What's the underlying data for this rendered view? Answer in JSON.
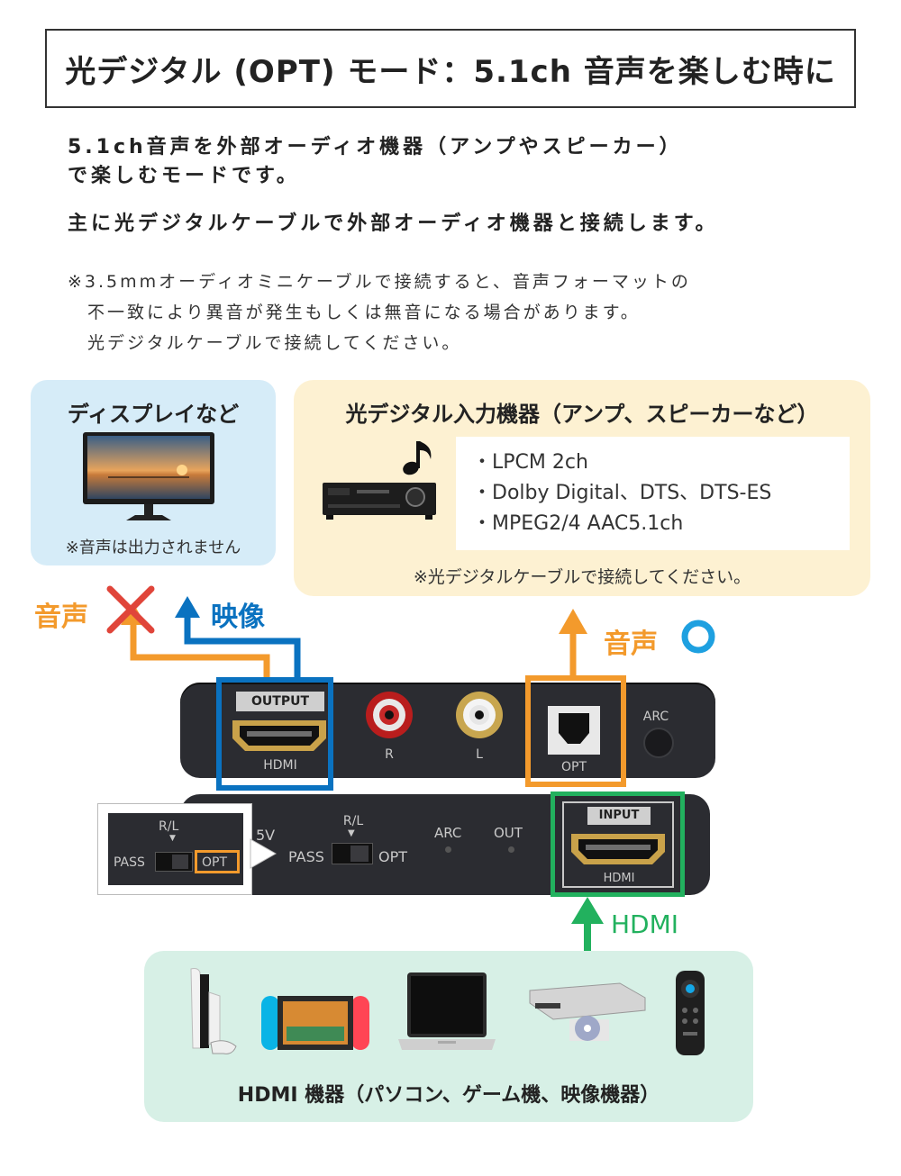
{
  "title": "光デジタル (OPT) モード：5.1ch 音声を楽しむ時に",
  "intro": {
    "line1": "5.1ch音声を外部オーディオ機器（アンプやスピーカー）",
    "line2": "で楽しむモードです。"
  },
  "main_line": "主に光デジタルケーブルで外部オーディオ機器と接続します。",
  "note": {
    "line1": "※3.5mmオーディオミニケーブルで接続すると、音声フォーマットの",
    "line2": "不一致により異音が発生もしくは無音になる場合があります。",
    "line3": "光デジタルケーブルで接続してください。"
  },
  "display_panel": {
    "title": "ディスプレイなど",
    "note": "※音声は出力されません"
  },
  "audio_panel": {
    "title": "光デジタル入力機器（アンプ、スピーカーなど）",
    "formats": [
      "・LPCM 2ch",
      "・Dolby Digital、DTS、DTS-ES",
      "・MPEG2/4 AAC5.1ch"
    ],
    "note": "※光デジタルケーブルで接続してください。"
  },
  "arrows": {
    "audio_left": "音声",
    "video": "映像",
    "audio_right": "音声",
    "hdmi": "HDMI"
  },
  "device_back": {
    "output_label": "OUTPUT",
    "hdmi_label": "HDMI",
    "r_label": "R",
    "l_label": "L",
    "opt_label": "OPT",
    "arc_label": "ARC"
  },
  "device_front": {
    "v5_label": "5V",
    "rl_label": "R/L",
    "pass_label": "PASS",
    "opt_label": "OPT",
    "arc_label": "ARC",
    "out_label": "OUT",
    "input_label": "INPUT",
    "hdmi_label": "HDMI"
  },
  "switch_zoom": {
    "rl_label": "R/L",
    "pass_label": "PASS",
    "opt_label": "OPT"
  },
  "hdmi_panel": {
    "title": "HDMI 機器（パソコン、ゲーム機、映像機器）"
  },
  "colors": {
    "orange": "#f39a2c",
    "blue": "#0a72c0",
    "green": "#22b15e",
    "red_x": "#e0453a"
  }
}
